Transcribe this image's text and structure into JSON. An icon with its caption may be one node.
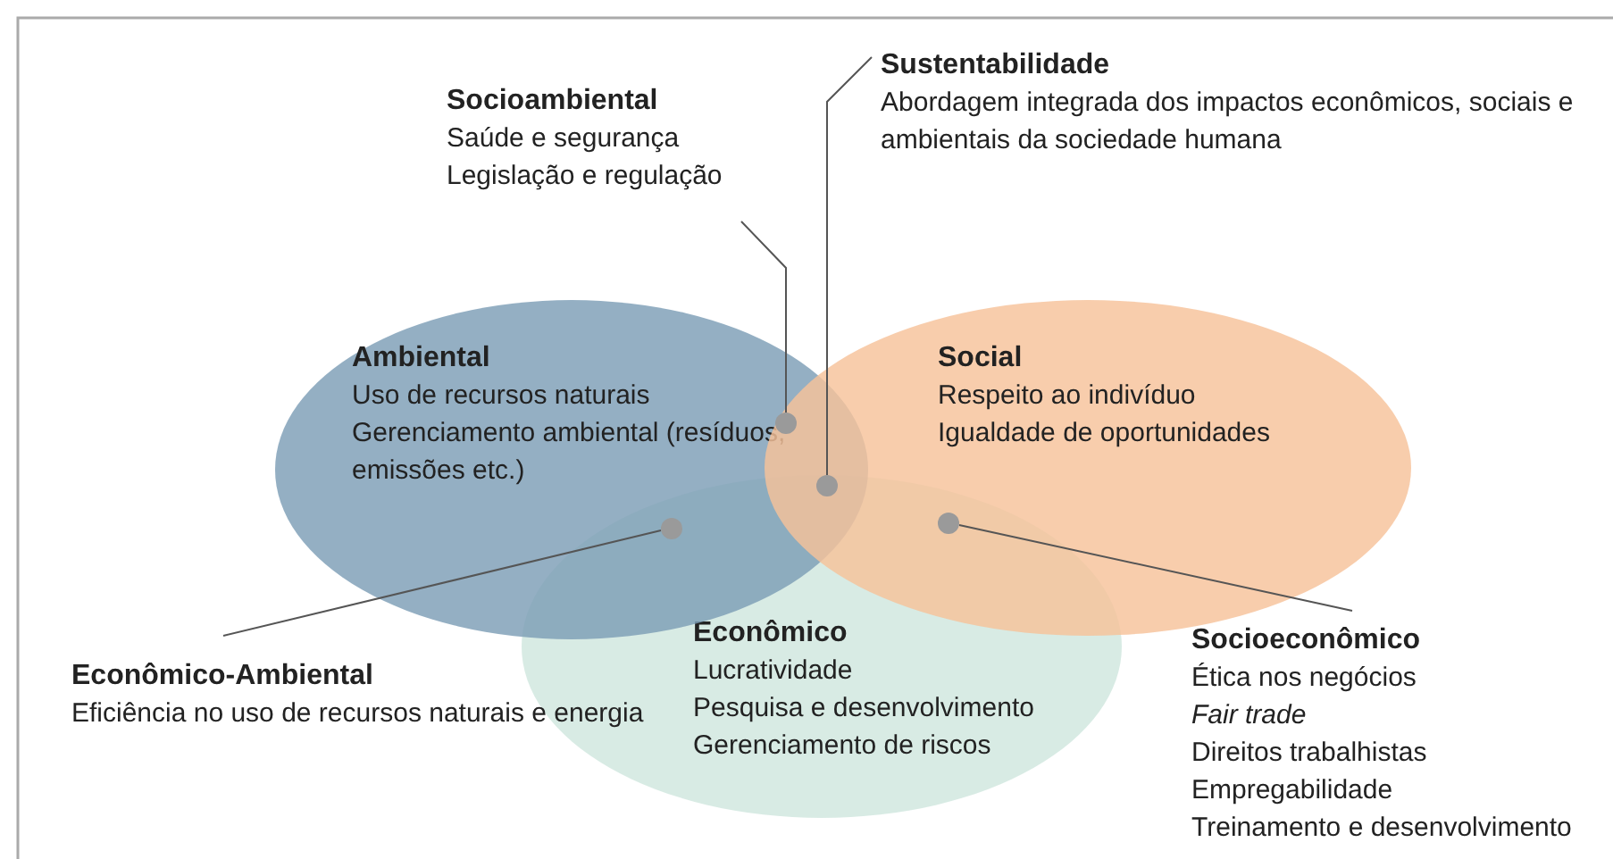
{
  "diagram": {
    "nodes": [
      {
        "text": [
          "Socioambiental",
          "Saúde e segurança",
          "Legislação e regulação"
        ]
      },
      {
        "text": [
          "Sustentabilidade",
          "Abordagem integrada dos impactos econômicos, sociais e ambientais da sociedade humana"
        ]
      },
      {
        "text": [
          "Ambiental",
          "Uso de recursos naturais",
          "Gerenciamento ambiental (resíduos, emissões etc.)"
        ]
      },
      {
        "text": [
          "Social",
          "Respeito ao indivíduo",
          "Igualdade de oportunidades"
        ]
      },
      {
        "text": [
          "Econômico",
          "Lucratividade",
          "Pesquisa e desenvolvimento",
          "Gerenciamento de riscos"
        ]
      },
      {
        "text": [
          "Econômico-Ambiental",
          "Eficiência no uso de recursos naturais e energia"
        ]
      },
      {
        "text": [
          "Socioeconômico",
          "Ética nos negócios",
          "*Fair trade*",
          "Direitos trabalhistas",
          "Empregabilidade",
          "Treinamento e desenvolvimento"
        ]
      },
      {
        "text": [],
        "shape": "circle"
      },
      {
        "text": [],
        "shape": "circle"
      },
      {
        "text": [],
        "shape": "circle"
      },
      {
        "text": [],
        "shape": "circle"
      }
    ],
    "edges": [
      {
        "from": 0,
        "to": 7,
        "arrow": "none"
      },
      {
        "from": 1,
        "to": 8,
        "arrow": "none"
      },
      {
        "from": 5,
        "to": 9,
        "arrow": "none"
      },
      {
        "from": 6,
        "to": 10,
        "arrow": "none"
      }
    ]
  }
}
